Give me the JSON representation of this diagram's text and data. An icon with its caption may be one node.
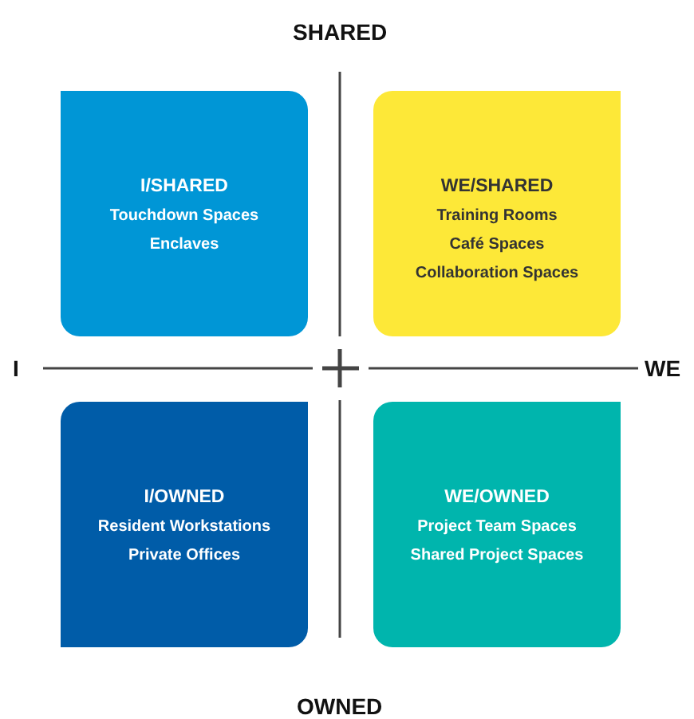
{
  "diagram": {
    "nodes": [
      {
        "text": [
          "I/SHARED",
          "Touchdown Spaces",
          "Enclaves"
        ]
      },
      {
        "text": [
          "WE/SHARED",
          "Training Rooms",
          "Café Spaces",
          "Collaboration Spaces"
        ]
      },
      {
        "text": [
          "I/OWNED",
          "Resident Workstations",
          "Private Offices"
        ]
      },
      {
        "text": [
          "WE/OWNED",
          "Project Team Spaces",
          "Shared Project Spaces"
        ]
      }
    ],
    "labels": [
      "SHARED",
      "I",
      "WE",
      "OWNED"
    ]
  }
}
